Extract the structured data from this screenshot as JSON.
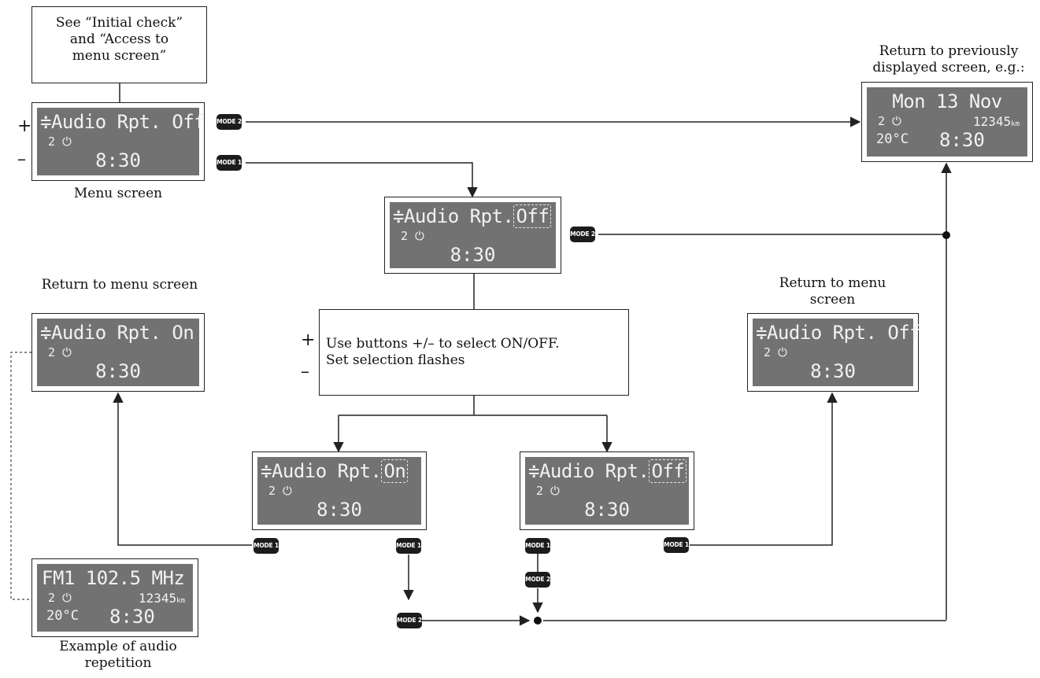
{
  "intro_note": {
    "line1": "See “Initial check”",
    "line2": "and “Access to",
    "line3": "menu screen”"
  },
  "selection_note": {
    "line1": "Use buttons +/– to select ON/OFF.",
    "line2": "Set selection flashes"
  },
  "signs": {
    "plus": "+",
    "minus": "–"
  },
  "captions": {
    "menu_screen": "Menu screen",
    "return_previous_1": "Return to previously",
    "return_previous_2": "displayed screen, e.g.:",
    "return_menu_left": "Return to menu screen",
    "return_menu_right_1": "Return to menu",
    "return_menu_right_2": "screen",
    "example_1": "Example of audio",
    "example_2": "repetition"
  },
  "badges": {
    "mode1": "MODE 1",
    "mode2": "MODE 2"
  },
  "screens": {
    "menu": {
      "arrow": "≑",
      "label": "Audio Rpt. Off",
      "line2": "2 ⏻",
      "time": "8:30"
    },
    "selected_off": {
      "arrow": "≑",
      "label": "Audio Rpt.",
      "value": "Off",
      "line2": "2 ⏻",
      "time": "8:30"
    },
    "confirm_on": {
      "arrow": "≑",
      "label": "Audio Rpt. On",
      "line2": "2 ⏻",
      "time": "8:30"
    },
    "confirm_off": {
      "arrow": "≑",
      "label": "Audio Rpt. Off",
      "line2": "2 ⏻",
      "time": "8:30"
    },
    "flash_on": {
      "arrow": "≑",
      "label": "Audio Rpt.",
      "value": "On",
      "line2": "2 ⏻",
      "time": "8:30"
    },
    "flash_off": {
      "arrow": "≑",
      "label": "Audio Rpt.",
      "value": "Off",
      "line2": "2 ⏻",
      "time": "8:30"
    },
    "previous": {
      "line1": "Mon 13 Nov",
      "line2": "2 ⏻",
      "odometer": "12345",
      "unit": "km",
      "temp": "20°C",
      "time": "8:30"
    },
    "audio_example": {
      "line1": "FM1 102.5 MHz",
      "line2": "2 ⏻",
      "odometer": "12345",
      "unit": "km",
      "temp": "20°C",
      "time": "8:30"
    }
  }
}
